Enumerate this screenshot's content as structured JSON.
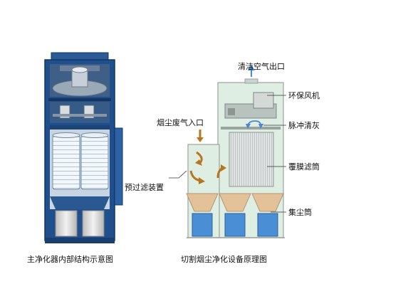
{
  "left_figure": {
    "caption": "主净化器内部结构示意图"
  },
  "right_figure": {
    "caption": "切割烟尘净化设备原理图",
    "labels": {
      "clean_air_outlet": "清洁空气出口",
      "fan": "环保风机",
      "smoke_inlet": "烟尘废气入口",
      "pulse_cleaning": "脉冲清灰",
      "membrane_filter": "覆膜滤筒",
      "pre_filter": "预过滤装置",
      "dust_bin": "集尘筒"
    }
  },
  "colors": {
    "cabinet_blue": "#1f4f8c",
    "housing_green": "#dfeee3",
    "outline_gray": "#9aa3a0",
    "hopper_tan": "#e3c29a",
    "bin_blue": "#4a8fd6",
    "arrow_orange": "#b9741f",
    "arrow_blue": "#4a86d8"
  }
}
